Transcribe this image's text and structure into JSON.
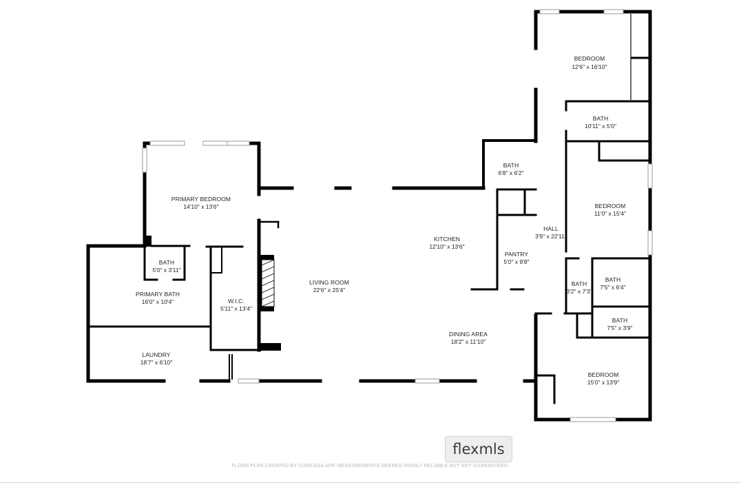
{
  "rooms": {
    "bedroom_ne": {
      "name": "BEDROOM",
      "dims": "12'6\" x 16'10\""
    },
    "bath_ne": {
      "name": "BATH",
      "dims": "10'11\" x 5'0\""
    },
    "bath_hall": {
      "name": "BATH",
      "dims": "6'8\" x 6'2\""
    },
    "bedroom_e": {
      "name": "BEDROOM",
      "dims": "11'0\" x 15'4\""
    },
    "primary_bedroom": {
      "name": "PRIMARY BEDROOM",
      "dims": "14'10\" x 13'6\""
    },
    "kitchen": {
      "name": "KITCHEN",
      "dims": "12'10\" x 13'6\""
    },
    "hall": {
      "name": "HALL",
      "dims": "3'9\" x 22'11\""
    },
    "pantry": {
      "name": "PANTRY",
      "dims": "5'0\" x 9'8\""
    },
    "bath_small": {
      "name": "BATH",
      "dims": "5'0\" x 3'11\""
    },
    "living_room": {
      "name": "LIVING ROOM",
      "dims": "22'6\" x 25'4\""
    },
    "bath_mid_a": {
      "name": "BATH",
      "dims": "3'2\" x 7'3\""
    },
    "bath_mid_b": {
      "name": "BATH",
      "dims": "7'5\" x 6'4\""
    },
    "primary_bath": {
      "name": "PRIMARY BATH",
      "dims": "16'0\" x 10'4\""
    },
    "wic": {
      "name": "W.I.C.",
      "dims": "5'11\" x 13'4\""
    },
    "bath_se": {
      "name": "BATH",
      "dims": "7'5\" x 3'9\""
    },
    "dining_area": {
      "name": "DINING AREA",
      "dims": "18'2\" x 11'10\""
    },
    "laundry": {
      "name": "LAUNDRY",
      "dims": "18'7\" x 6'10\""
    },
    "bedroom_se": {
      "name": "BEDROOM",
      "dims": "15'0\" x 13'9\""
    }
  },
  "watermark": {
    "brand": "flexmls"
  },
  "footer": {
    "disclaimer": "FLOOR PLAN CREATED BY CUBICASA APP. MEASUREMENTS DEEMED HIGHLY RELIABLE BUT NOT GUARANTEED."
  }
}
